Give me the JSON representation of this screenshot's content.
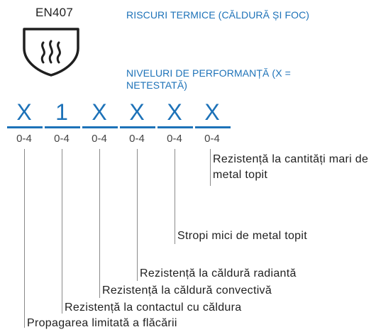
{
  "standard": {
    "code": "EN407",
    "icon": "heat-flame-shield-icon",
    "accent_color": "#1d72b8"
  },
  "titles": {
    "category": "RISCURI TERMICE (CĂLDURĂ ȘI FOC)",
    "levels": "NIVELURI DE PERFORMANȚĂ (X = NETESTATĂ)"
  },
  "levels": [
    {
      "value": "X",
      "range": "0-4"
    },
    {
      "value": "1",
      "range": "0-4"
    },
    {
      "value": "X",
      "range": "0-4"
    },
    {
      "value": "X",
      "range": "0-4"
    },
    {
      "value": "X",
      "range": "0-4"
    },
    {
      "value": "X",
      "range": "0-4"
    }
  ],
  "descriptions": [
    "Propagarea limitată a flăcării",
    "Rezistență la contactul cu căldura",
    "Rezistență la căldură convectivă",
    "Rezistență la căldură radiantă",
    "Stropi mici de metal topit",
    "Rezistență la cantități mari de metal topit"
  ]
}
